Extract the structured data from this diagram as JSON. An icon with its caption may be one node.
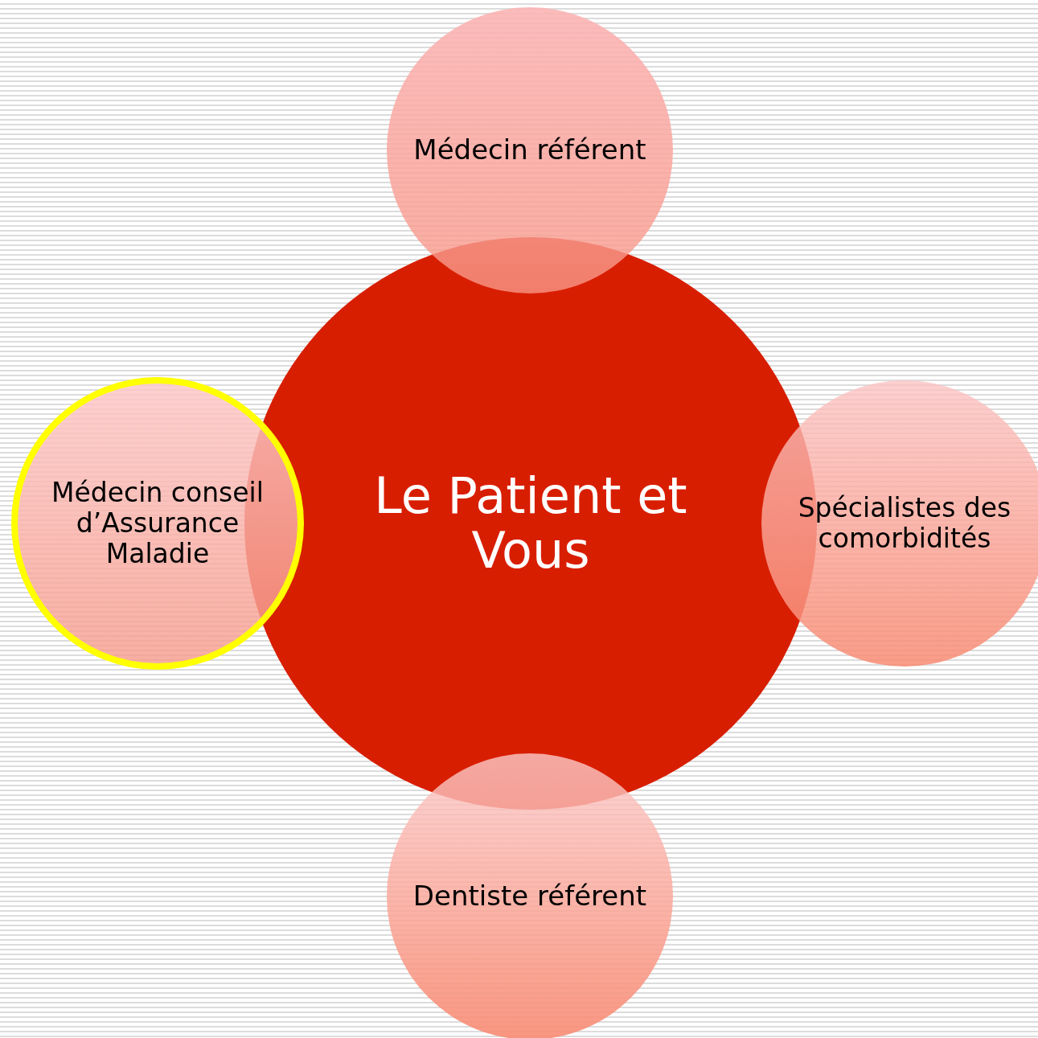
{
  "diagram": {
    "nodes": [
      {
        "text": [
          "Le Patient et Vous"
        ]
      },
      {
        "text": [
          "Médecin référent"
        ]
      },
      {
        "text": [
          "Spécialistes des comorbidités"
        ]
      },
      {
        "text": [
          "Dentiste référent"
        ]
      },
      {
        "text": [
          "Médecin conseil d’Assurance Maladie"
        ]
      }
    ]
  }
}
